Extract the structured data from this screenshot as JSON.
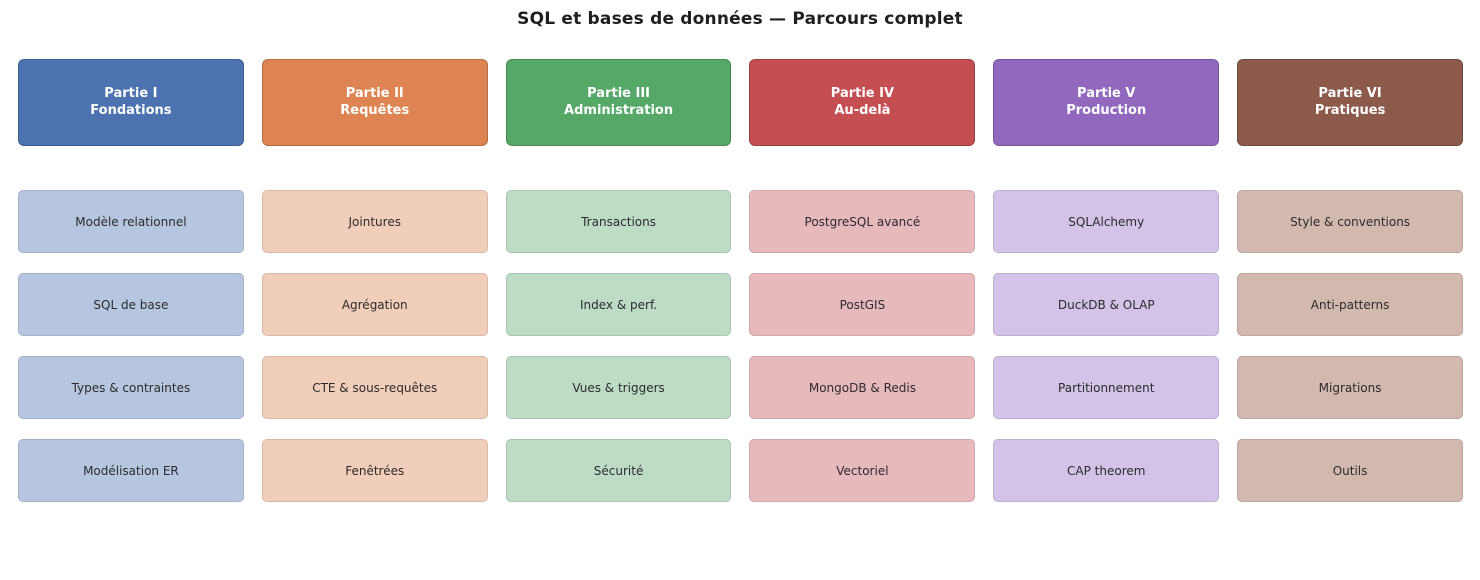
{
  "title": "SQL et bases de données — Parcours complet",
  "background_color": "#ffffff",
  "title_color": "#1f1f1f",
  "item_text_color": "#2b2b2b",
  "header_text_color": "#ffffff",
  "columns": [
    {
      "id": "partie-1",
      "header_line1": "Partie I",
      "header_line2": "Fondations",
      "header_color": "#4C72B0",
      "light_color": "#B7C6E0",
      "items": [
        "Modèle relationnel",
        "SQL de base",
        "Types & contraintes",
        "Modélisation ER"
      ]
    },
    {
      "id": "partie-2",
      "header_line1": "Partie II",
      "header_line2": "Requêtes",
      "header_color": "#DD8452",
      "light_color": "#F1CEBA",
      "items": [
        "Jointures",
        "Agrégation",
        "CTE & sous-requêtes",
        "Fenêtrées"
      ]
    },
    {
      "id": "partie-3",
      "header_line1": "Partie III",
      "header_line2": "Administration",
      "header_color": "#55A868",
      "light_color": "#BDDCC5",
      "items": [
        "Transactions",
        "Index & perf.",
        "Vues & triggers",
        "Sécurité"
      ]
    },
    {
      "id": "partie-4",
      "header_line1": "Partie IV",
      "header_line2": "Au-delà",
      "header_color": "#C44E52",
      "light_color": "#E8B9BC",
      "items": [
        "PostgreSQL avancé",
        "PostGIS",
        "MongoDB & Redis",
        "Vectoriel"
      ]
    },
    {
      "id": "partie-5",
      "header_line1": "Partie V",
      "header_line2": "Production",
      "header_color": "#9168BE",
      "light_color": "#D3C3E8",
      "items": [
        "SQLAlchemy",
        "DuckDB & OLAP",
        "Partitionnement",
        "CAP theorem"
      ]
    },
    {
      "id": "partie-6",
      "header_line1": "Partie VI",
      "header_line2": "Pratiques",
      "header_color": "#8C5A4B",
      "light_color": "#D2B8AE",
      "items": [
        "Style & conventions",
        "Anti-patterns",
        "Migrations",
        "Outils"
      ]
    }
  ]
}
